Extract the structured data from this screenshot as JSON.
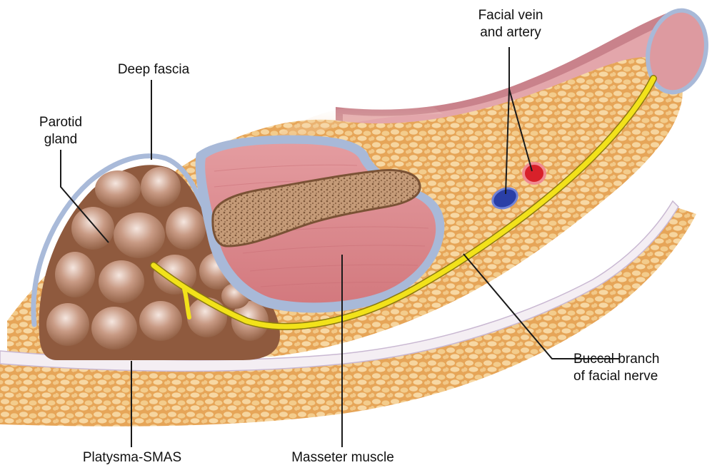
{
  "labels": {
    "deep_fascia": "Deep fascia",
    "parotid_gland": [
      "Parotid",
      "gland"
    ],
    "facial_vein_artery": [
      "Facial vein",
      "and artery"
    ],
    "buccal_branch": [
      "Buccal branch",
      "of facial nerve"
    ],
    "platysma_smas": "Platysma-SMAS",
    "masseter_muscle": "Masseter muscle"
  },
  "colors": {
    "fat": "#e8a85a",
    "fat_globule": "#f6d29a",
    "muscle": "#d98a8e",
    "muscle_light": "#ecb0b2",
    "bone": "#b98f6e",
    "fascia": "#a8b8d8",
    "gland": "#9c6548",
    "gland_highlight": "#e9d0c6",
    "nerve": "#f2e21a",
    "vein": "#2a3fa6",
    "artery": "#d8212a",
    "smas": "#f3eef2",
    "leader_line": "#1a1a1a"
  }
}
